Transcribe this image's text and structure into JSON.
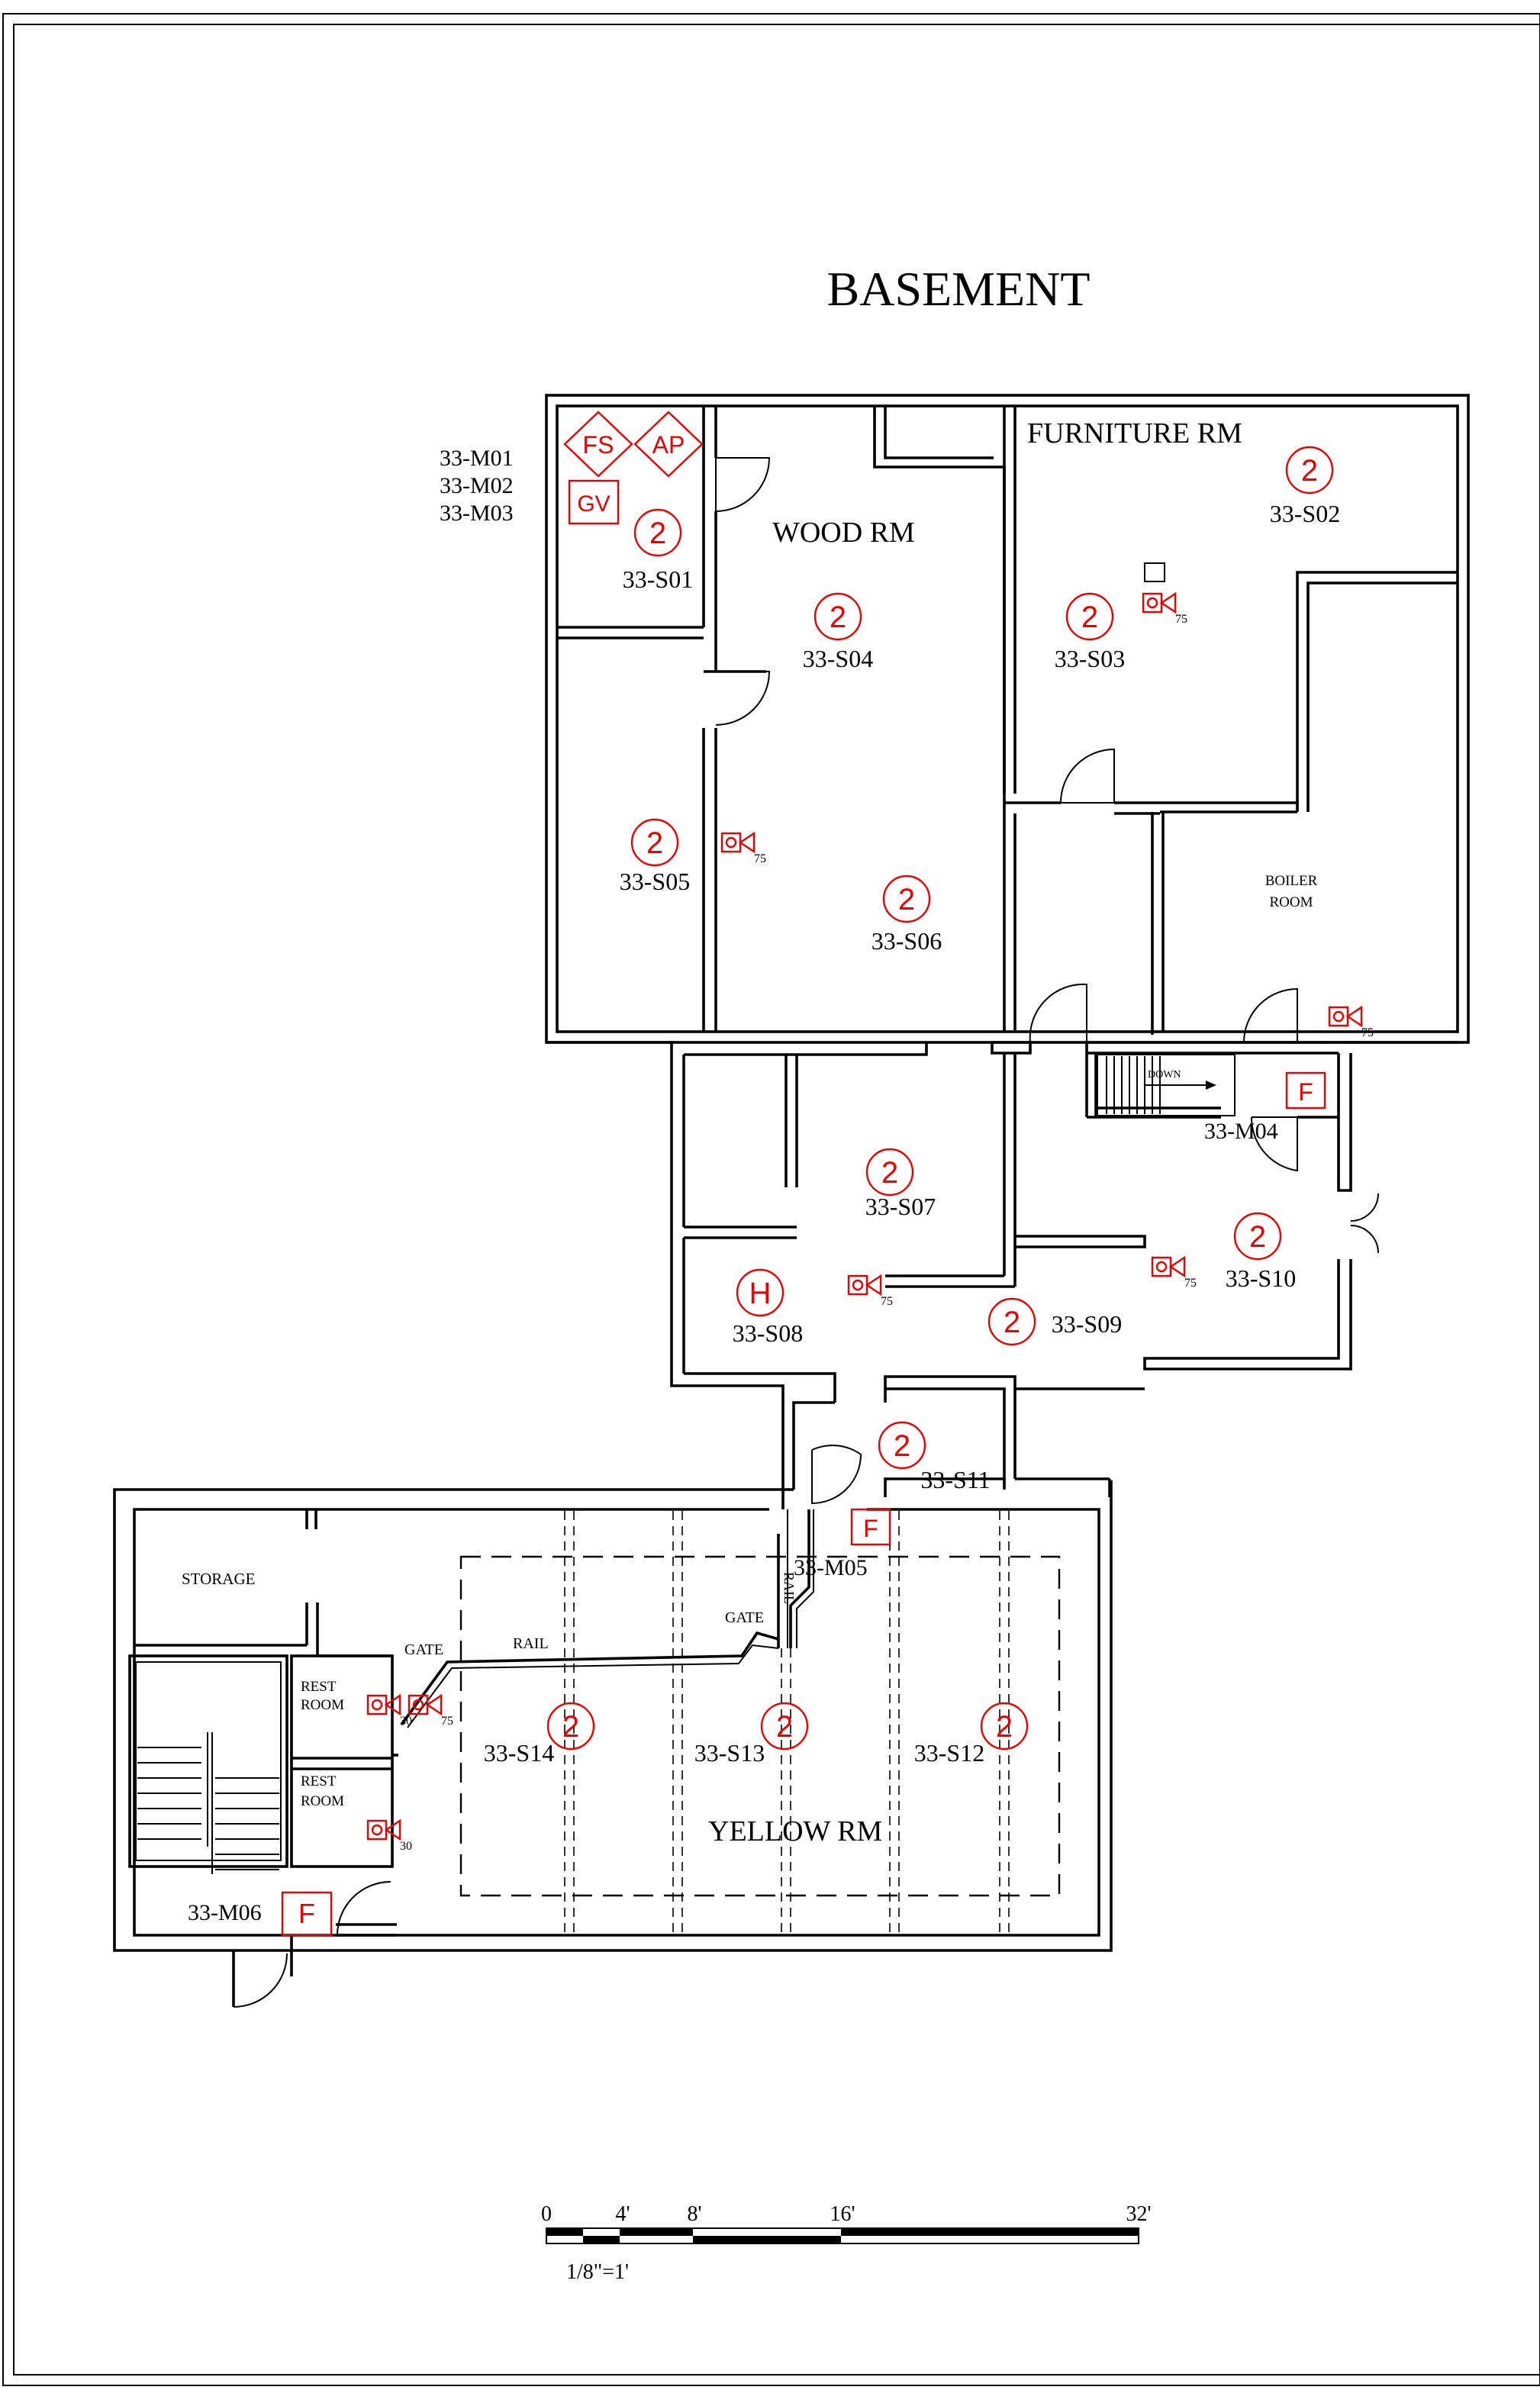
{
  "title": "BASEMENT",
  "rooms": {
    "furniture": "FURNITURE RM",
    "wood": "WOOD RM",
    "boiler_1": "BOILER",
    "boiler_2": "ROOM",
    "storage": "STORAGE",
    "rest1_1": "REST",
    "rest1_2": "ROOM",
    "rest2_1": "REST",
    "rest2_2": "ROOM",
    "yellow": "YELLOW RM"
  },
  "labels": {
    "m01": "33-M01",
    "m02": "33-M02",
    "m03": "33-M03",
    "m04": "33-M04",
    "m05": "33-M05",
    "m06": "33-M06",
    "gate1": "GATE",
    "gate2": "GATE",
    "rail1": "RAIL",
    "rail2": "RAIL",
    "down": "DOWN"
  },
  "sensors": [
    {
      "id": "33-S01",
      "glyph": "2"
    },
    {
      "id": "33-S02",
      "glyph": "2"
    },
    {
      "id": "33-S03",
      "glyph": "2"
    },
    {
      "id": "33-S04",
      "glyph": "2"
    },
    {
      "id": "33-S05",
      "glyph": "2"
    },
    {
      "id": "33-S06",
      "glyph": "2"
    },
    {
      "id": "33-S07",
      "glyph": "2"
    },
    {
      "id": "33-S08",
      "glyph": "H"
    },
    {
      "id": "33-S09",
      "glyph": "2"
    },
    {
      "id": "33-S10",
      "glyph": "2"
    },
    {
      "id": "33-S11",
      "glyph": "2"
    },
    {
      "id": "33-S12",
      "glyph": "2"
    },
    {
      "id": "33-S13",
      "glyph": "2"
    },
    {
      "id": "33-S14",
      "glyph": "2"
    }
  ],
  "devices": {
    "fs": "FS",
    "ap": "AP",
    "gv": "GV",
    "f": "F",
    "valve_75": "75",
    "valve_30": "30"
  },
  "scale": {
    "ticks": [
      "0",
      "4'",
      "8'",
      "16'",
      "32'"
    ],
    "note": "1/8\"=1'"
  },
  "colors": {
    "annotation": "#e00000",
    "walls": "#000000"
  }
}
